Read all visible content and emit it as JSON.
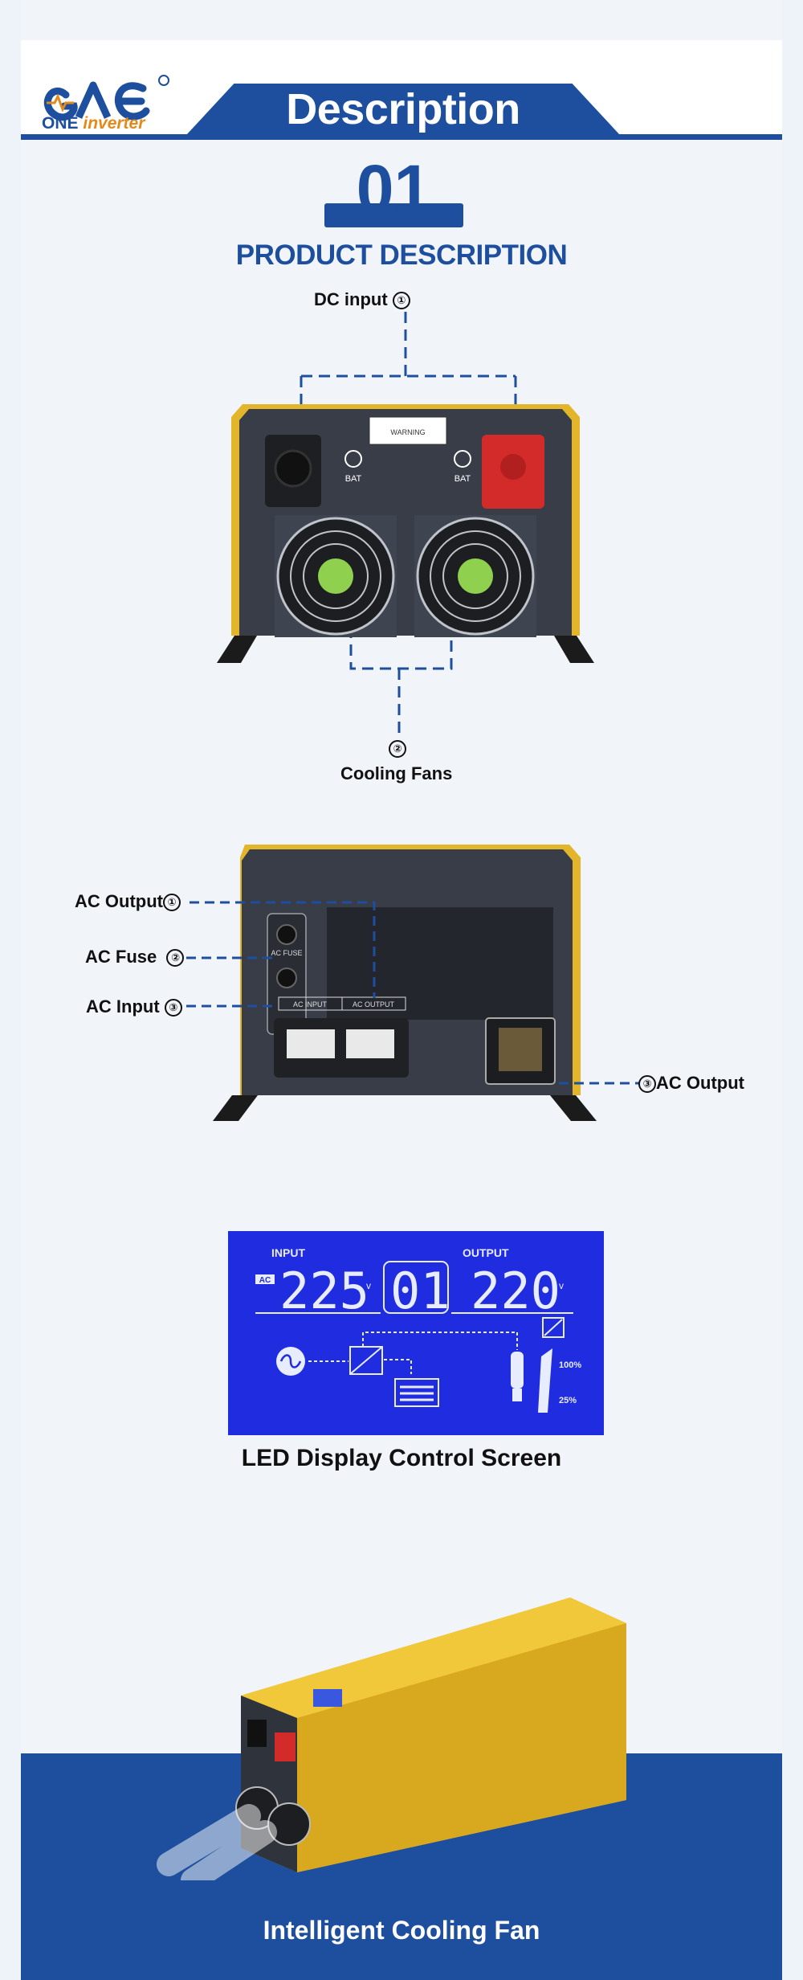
{
  "header": {
    "title": "Description",
    "logo_brand": "GAE",
    "logo_sub_one": "ONE",
    "logo_sub_inverter": "inverter"
  },
  "section": {
    "number": "01",
    "title": "PRODUCT DESCRIPTION"
  },
  "front_view": {
    "dc_input_label": "DC input",
    "dc_input_mark": "①",
    "cooling_mark": "②",
    "cooling_label": "Cooling Fans",
    "bat_label": "BAT",
    "warning_label": "WARNING"
  },
  "back_view": {
    "ac_output_left_label": "AC Output",
    "ac_output_left_mark": "①",
    "ac_fuse_label": "AC Fuse",
    "ac_fuse_mark": "②",
    "ac_input_label": "AC Input",
    "ac_input_mark": "③",
    "ac_output_right_mark": "③",
    "ac_output_right_label": "AC Output",
    "panel_fuse": "AC  FUSE",
    "panel_ac_input": "AC  INPUT",
    "panel_ac_output": "AC  OUTPUT"
  },
  "lcd": {
    "input_label": "INPUT",
    "output_label": "OUTPUT",
    "ac_tag": "AC",
    "input_value": "225",
    "mode_value": "01",
    "output_value": "220",
    "unit": "v",
    "load_high": "100%",
    "load_low": "25%",
    "caption": "LED Display Control Screen"
  },
  "product": {
    "caption": "Intelligent Cooling Fan"
  },
  "colors": {
    "brand_blue": "#1d4f9e",
    "accent_orange": "#e4891b",
    "lcd_blue": "#1f2ce0",
    "housing_gold": "#e2b52a"
  }
}
